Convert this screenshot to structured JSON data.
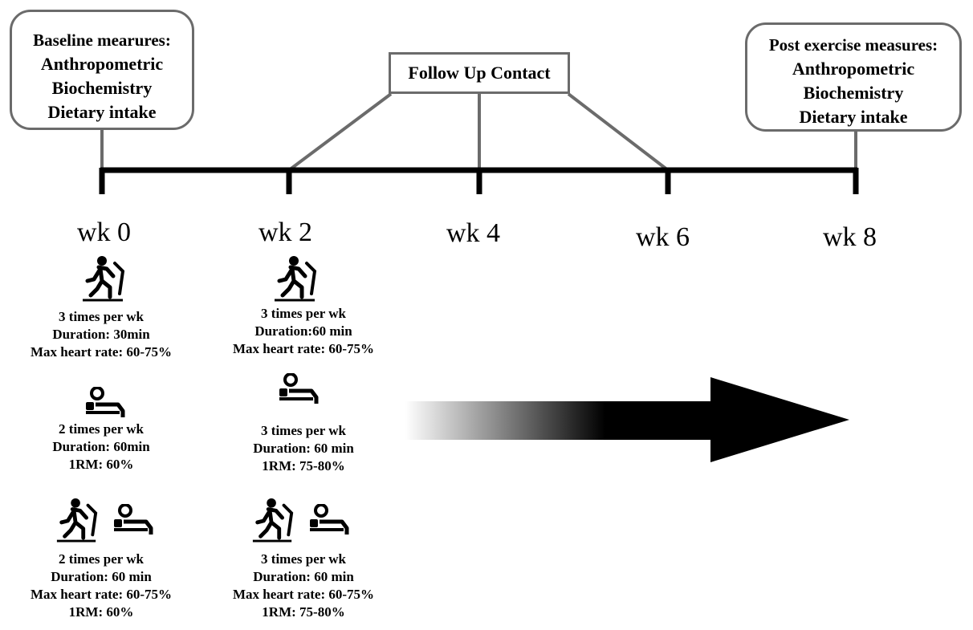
{
  "baseline_box": {
    "title": "Baseline mearures:",
    "items": [
      "Anthropometric",
      "Biochemistry",
      "Dietary intake"
    ]
  },
  "followup_box": {
    "label": "Follow Up Contact"
  },
  "post_box": {
    "title": "Post exercise measures:",
    "items": [
      "Anthropometric",
      "Biochemistry",
      "Dietary intake"
    ]
  },
  "weeks": [
    "wk 0",
    "wk 2",
    "wk 4",
    "wk 6",
    "wk 8"
  ],
  "phases": {
    "wk0": {
      "aerobic": [
        "3 times per wk",
        "Duration: 30min",
        "Max heart rate: 60-75%"
      ],
      "resistance": [
        "2 times per wk",
        "Duration: 60min",
        "1RM: 60%"
      ],
      "combined": [
        "2 times per wk",
        "Duration: 60 min",
        "Max heart rate: 60-75%",
        "1RM: 60%"
      ]
    },
    "wk2": {
      "aerobic": [
        "3 times per wk",
        "Duration:60 min",
        "Max heart rate: 60-75%"
      ],
      "resistance": [
        "3 times per wk",
        "Duration: 60 min",
        "1RM: 75-80%"
      ],
      "combined": [
        "3 times per wk",
        "Duration: 60 min",
        "Max heart rate: 60-75%",
        "1RM: 75-80%"
      ]
    }
  },
  "icons": {
    "aerobic": "treadmill-runner-icon",
    "resistance": "bench-press-icon"
  }
}
